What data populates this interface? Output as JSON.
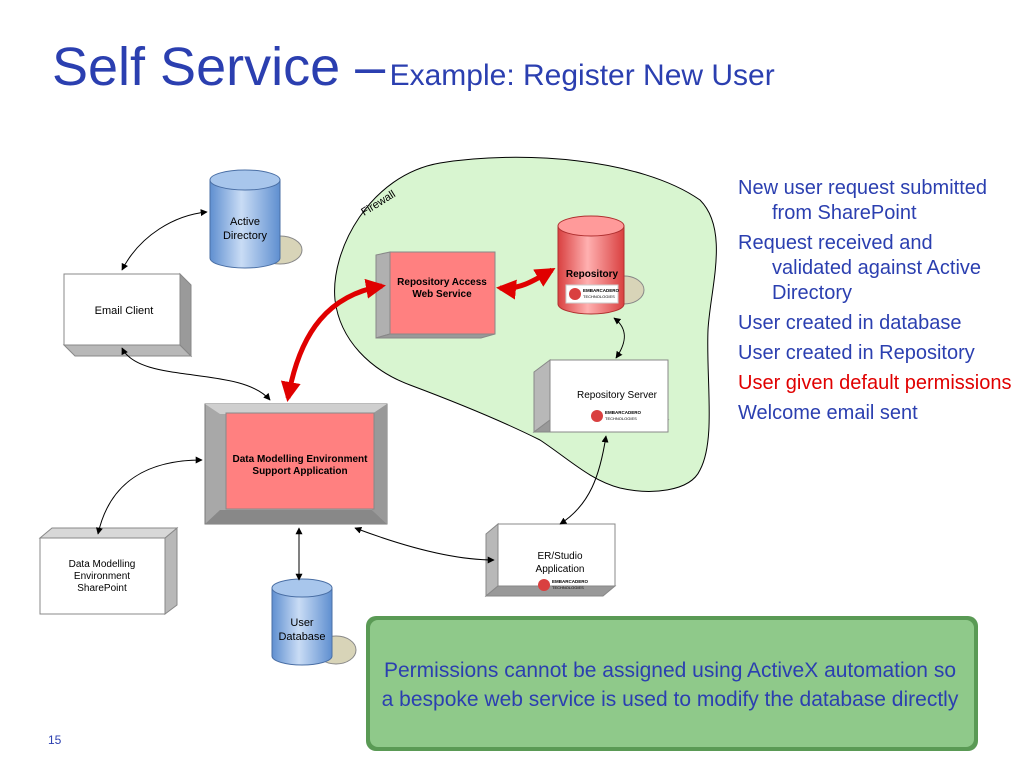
{
  "title": {
    "main": "Self Service –",
    "sub": "Example: Register New User"
  },
  "nodes": {
    "active_directory": {
      "label_line1": "Active",
      "label_line2": "Directory"
    },
    "email_client": {
      "label": "Email Client"
    },
    "repo_access": {
      "label_line1": "Repository Access",
      "label_line2": "Web Service"
    },
    "repository": {
      "label": "Repository",
      "logo_line1": "EMBARCADERO",
      "logo_line2": "TECHNOLOGIES"
    },
    "repo_server": {
      "label": "Repository Server",
      "logo_line1": "EMBARCADERO",
      "logo_line2": "TECHNOLOGIES"
    },
    "dme_app": {
      "label_line1": "Data Modelling Environment",
      "label_line2": "Support Application"
    },
    "sharepoint": {
      "label_line1": "Data Modelling",
      "label_line2": "Environment",
      "label_line3": "SharePoint"
    },
    "user_db": {
      "label_line1": "User",
      "label_line2": "Database"
    },
    "er_studio": {
      "label_line1": "ER/Studio",
      "label_line2": "Application",
      "logo_line1": "EMBARCADERO",
      "logo_line2": "TECHNOLOGIES"
    },
    "firewall": {
      "label": "Firewall"
    }
  },
  "steps": [
    {
      "text": "New user request submitted from SharePoint",
      "highlight": false
    },
    {
      "text": "Request received and validated against Active Directory",
      "highlight": false
    },
    {
      "text": "User created in database",
      "highlight": false
    },
    {
      "text": "User created in Repository",
      "highlight": false
    },
    {
      "text": "User given default permissions",
      "highlight": true
    },
    {
      "text": "Welcome email sent",
      "highlight": false
    }
  ],
  "callout": {
    "text": "Permissions cannot be assigned using ActiveX automation so a bespoke web service is used to modify the database directly"
  },
  "page_number": "15",
  "colors": {
    "title": "#2b3fb0",
    "highlight": "#e00000",
    "firewall_fill": "#d8f5d0",
    "red_box": "#ff8080",
    "cylinder_blue": "#8fb4e3",
    "callout_green": "#8fc98a"
  }
}
